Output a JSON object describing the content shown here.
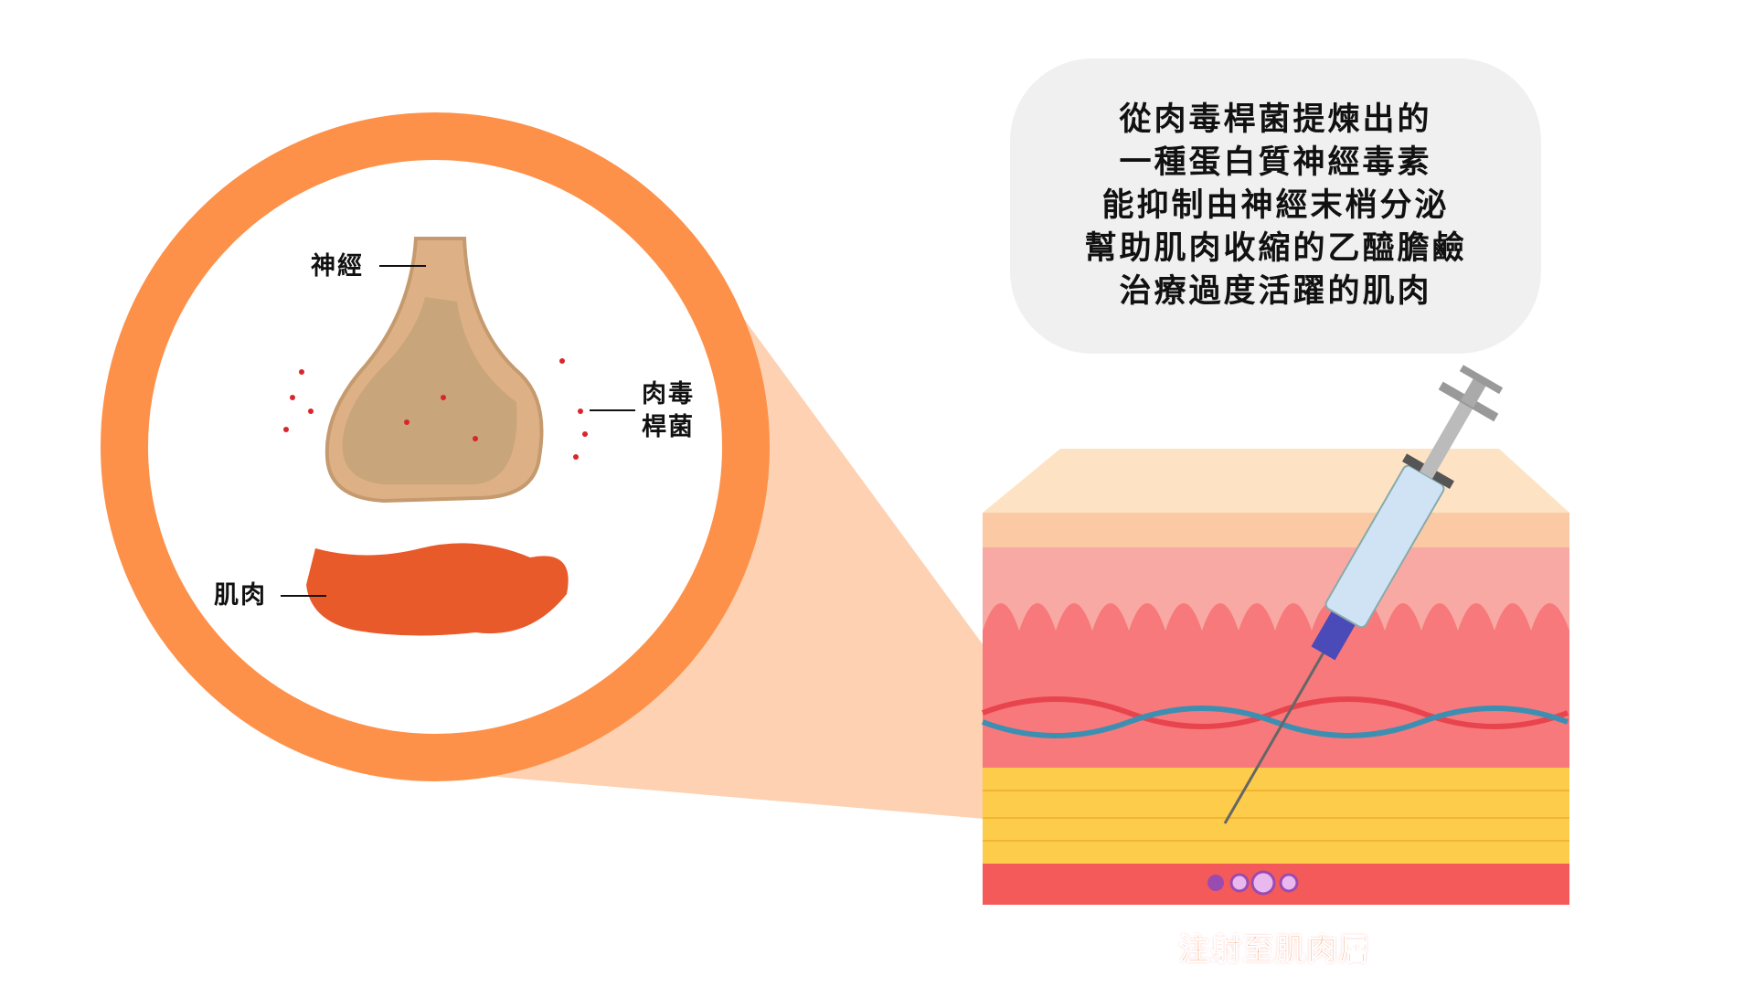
{
  "description_lines": [
    "從肉毒桿菌提煉出的",
    "一種蛋白質神經毒素",
    "能抑制由神經末梢分泌",
    "幫助肌肉收縮的乙醯膽鹼",
    "治療過度活躍的肌肉"
  ],
  "labels": {
    "nerve": "神經",
    "toxin_line1": "肉毒",
    "toxin_line2": "桿菌",
    "muscle": "肌肉"
  },
  "caption": "注射至肌肉層",
  "colors": {
    "ring": "#fd914a",
    "cone": "#fdd1b1",
    "muscle": "#e85a2a",
    "nerve": "#ddb185"
  }
}
